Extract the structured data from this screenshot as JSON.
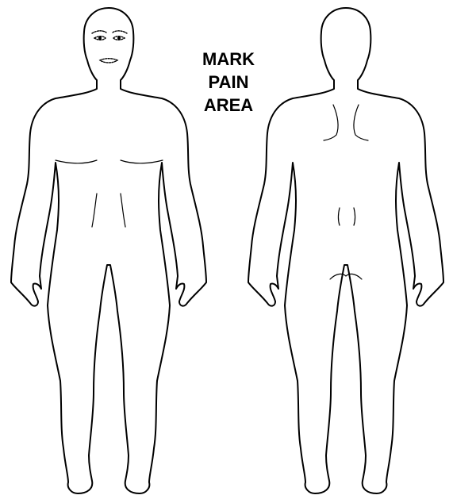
{
  "instruction": {
    "line1": "MARK",
    "line2": "PAIN",
    "line3": "AREA"
  },
  "figures": {
    "front": "front-view",
    "back": "back-view"
  },
  "colors": {
    "outline": "#000000",
    "background": "#ffffff"
  }
}
